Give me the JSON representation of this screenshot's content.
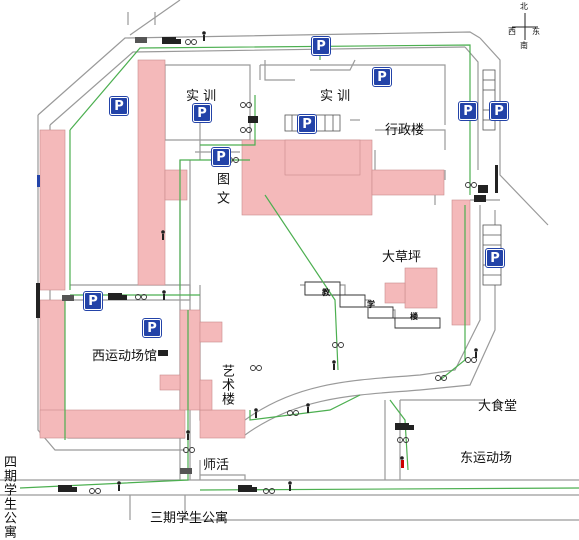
{
  "compass": {
    "north": "北",
    "east": "东",
    "south": "南",
    "west": "西"
  },
  "parking_label": "P",
  "labels": {
    "shixun_1": "实  训",
    "shixun_2": "实  训",
    "xingzhenglou": "行政楼",
    "tuwen": "图文",
    "dacaoping": "大草坪",
    "jiaoxuelou_1": "教",
    "jiaoxuelou_2": "学",
    "jiaoxuelou_3": "楼",
    "xiyundongchangguan": "西运动场馆",
    "yishulou": "艺术楼",
    "dashitang": "大食堂",
    "shihuo": "师活",
    "dongyundongchang": "东运动场",
    "siqi_xueshenggongyu": "四期学生公寓",
    "sanqi_xueshenggongyu": "三期学生公寓"
  },
  "colors": {
    "building_pink": "#f4b9ba",
    "road_gray": "#9a9a9a",
    "path_green": "#4caf50",
    "parking_blue": "#2343a8"
  }
}
